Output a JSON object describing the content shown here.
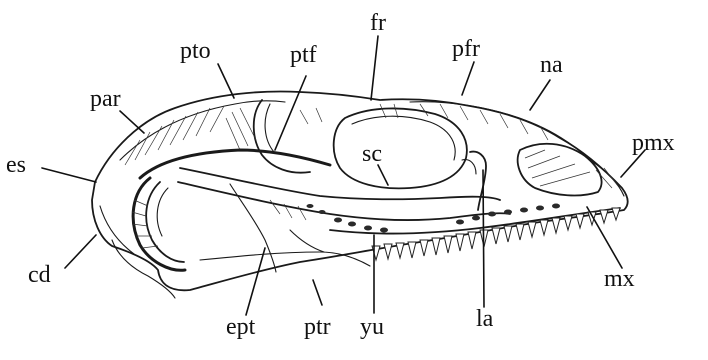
{
  "labels": {
    "pto": "pto",
    "ptf": "ptf",
    "fr": "fr",
    "pfr": "pfr",
    "na": "na",
    "par": "par",
    "pmx": "pmx",
    "es": "es",
    "sc": "sc",
    "cd": "cd",
    "mx": "mx",
    "ept": "ept",
    "ptr": "ptr",
    "yu": "yu",
    "la": "la"
  }
}
